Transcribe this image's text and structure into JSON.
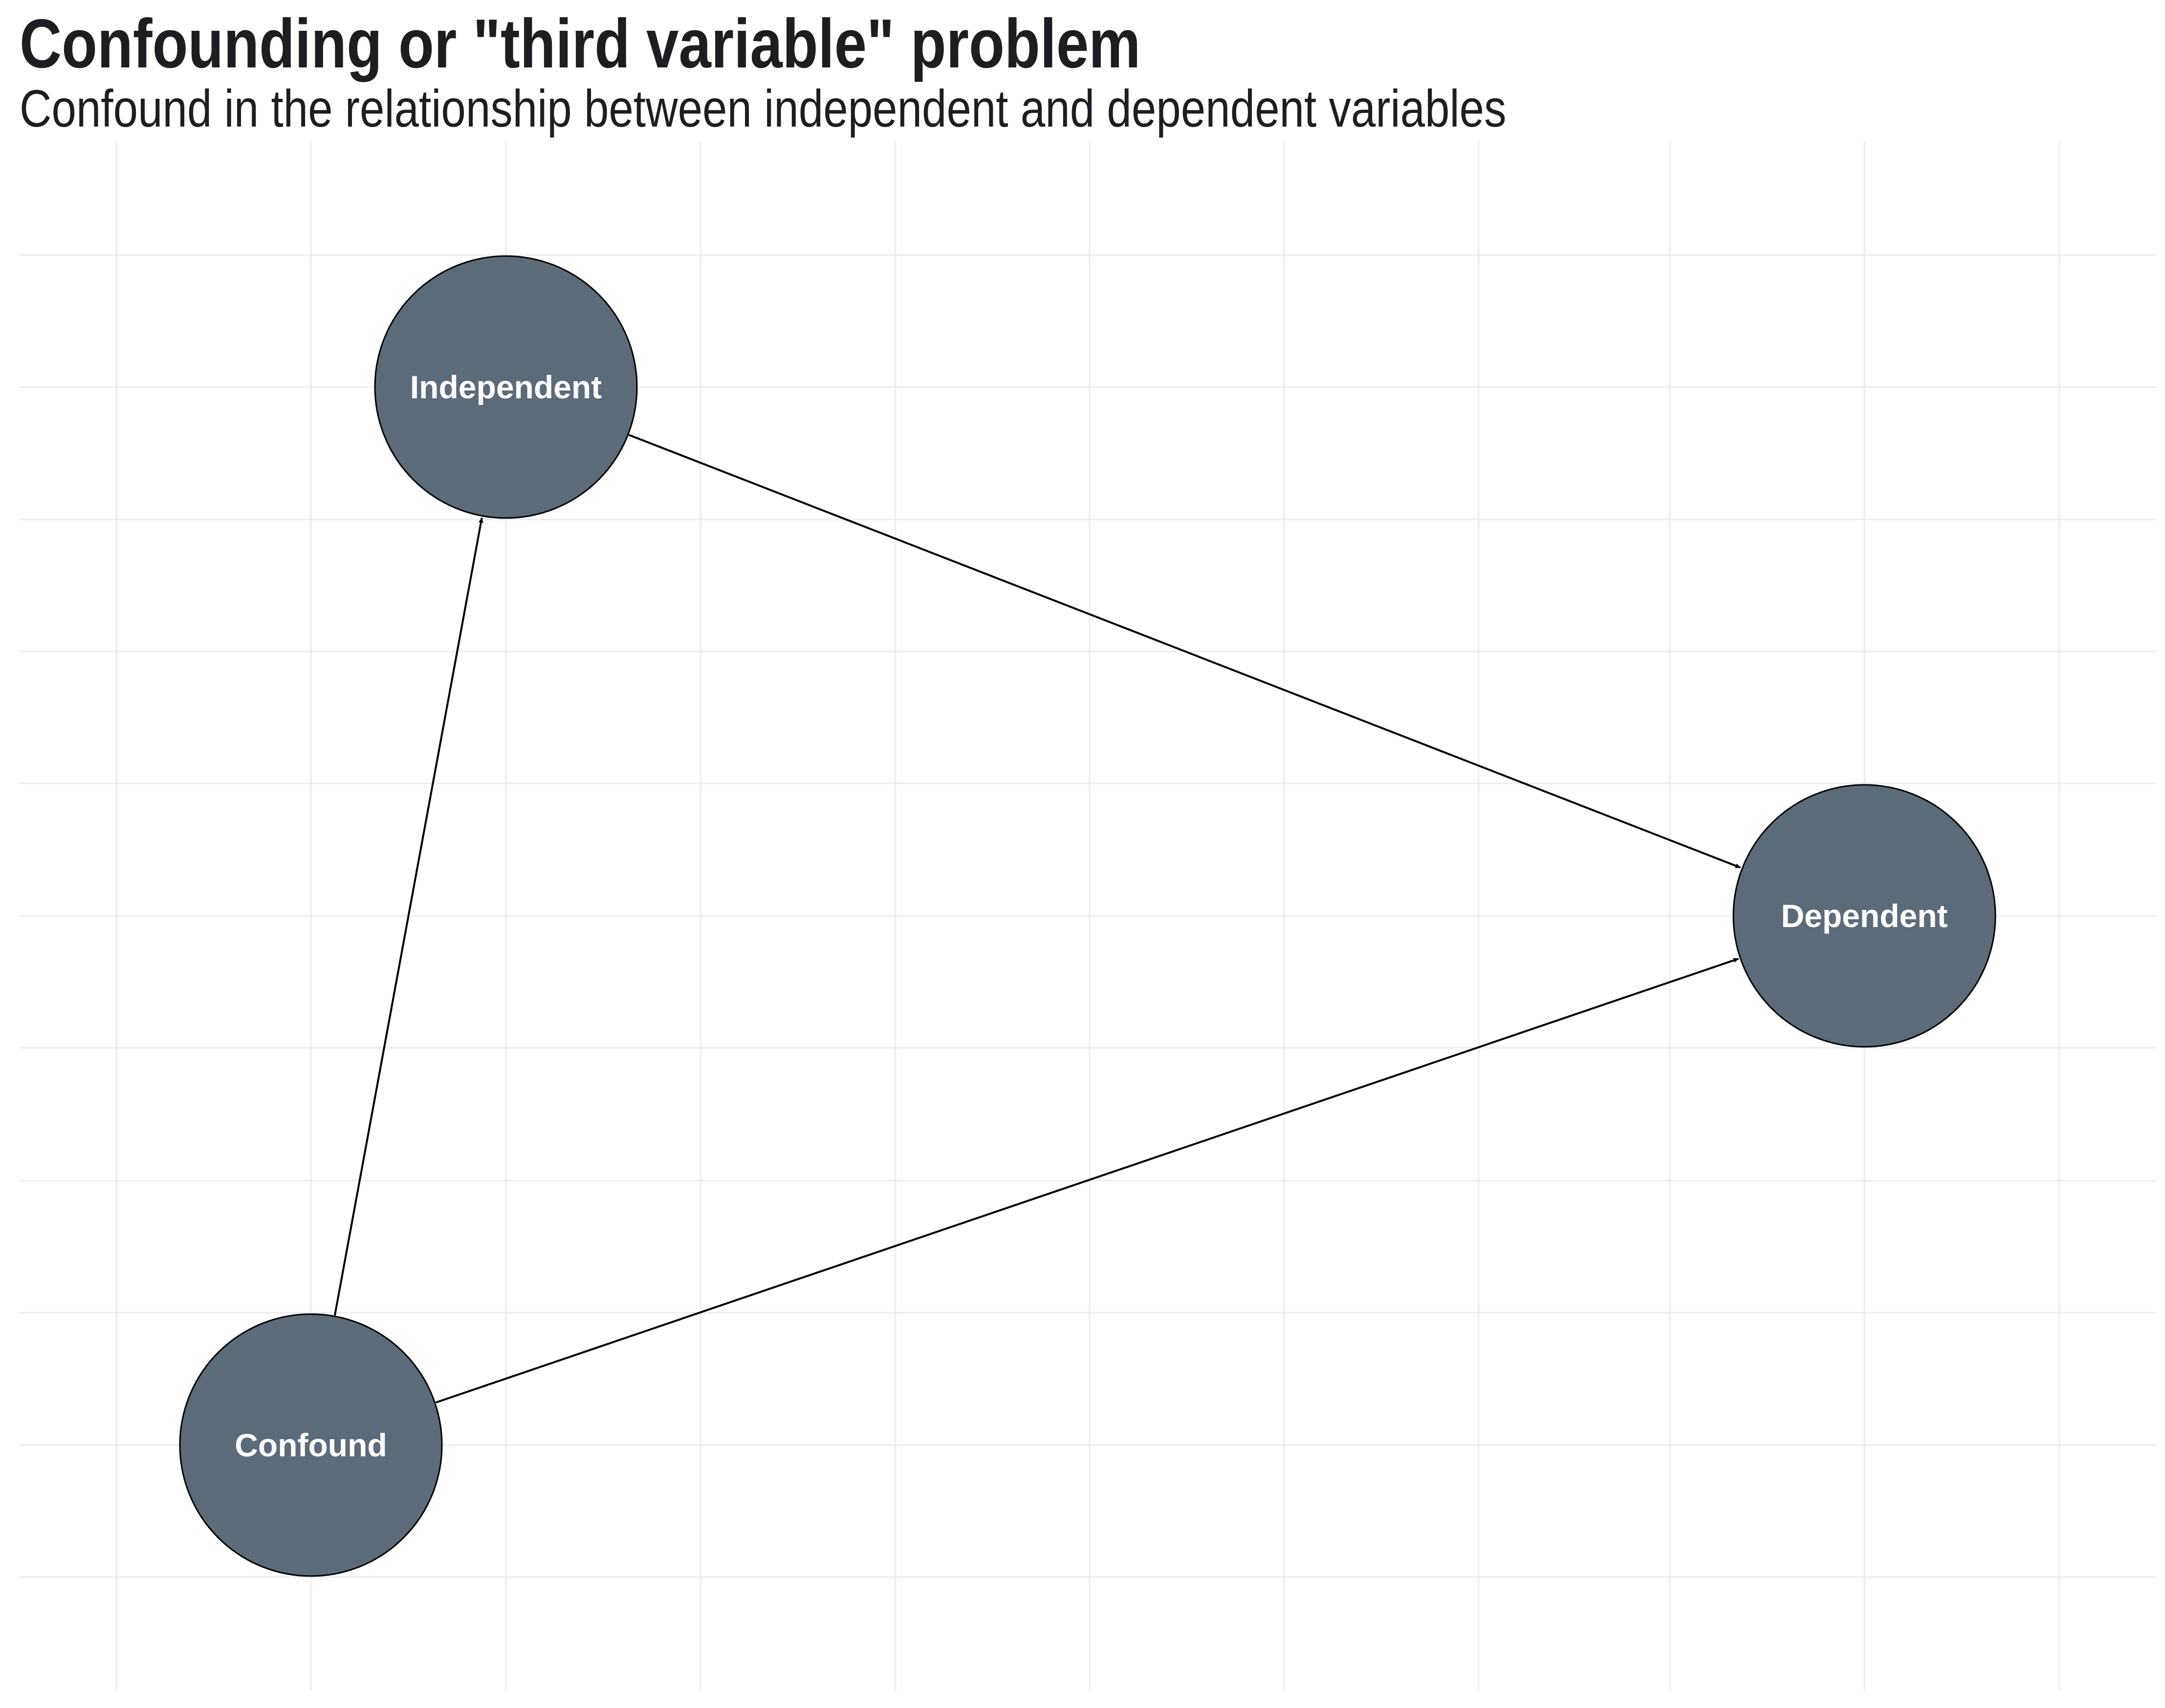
{
  "title": "Confounding or \"third variable\" problem",
  "subtitle": "Confound in the relationship between independent and dependent variables",
  "colors": {
    "node_fill": "#5c6b7a",
    "node_stroke": "#000000",
    "node_text": "#ffffff",
    "edge": "#000000",
    "grid": "#ececec",
    "text": "#1e1e22"
  },
  "diagram": {
    "nodes": [
      {
        "id": "independent",
        "label": "Independent"
      },
      {
        "id": "dependent",
        "label": "Dependent"
      },
      {
        "id": "confound",
        "label": "Confound"
      }
    ],
    "edges": [
      {
        "from": "independent",
        "to": "dependent"
      },
      {
        "from": "confound",
        "to": "independent"
      },
      {
        "from": "confound",
        "to": "dependent"
      }
    ]
  }
}
